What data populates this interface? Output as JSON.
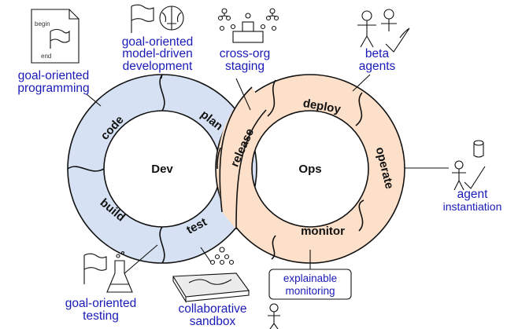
{
  "dev": {
    "center": "Dev",
    "segments": {
      "code": "code",
      "plan": "plan",
      "build": "build",
      "test": "test"
    },
    "color": "#d6e2f3"
  },
  "ops": {
    "center": "Ops",
    "segments": {
      "release": "release",
      "deploy": "deploy",
      "operate": "operate",
      "monitor": "monitor"
    },
    "color": "#fde0c9"
  },
  "annotations": {
    "programming": [
      "goal-oriented",
      "programming"
    ],
    "model_driven": [
      "goal-oriented",
      "model-driven",
      "development"
    ],
    "staging": [
      "cross-org",
      "staging"
    ],
    "beta": [
      "beta",
      "agents"
    ],
    "instantiation": [
      "agent",
      "instantiation"
    ],
    "testing": [
      "goal-oriented",
      "testing"
    ],
    "sandbox": [
      "collaborative",
      "sandbox"
    ],
    "monitoring": [
      "explainable",
      "monitoring"
    ]
  },
  "document": {
    "top": "begin",
    "bottom": "end"
  },
  "label_color": "#1a1ab8"
}
